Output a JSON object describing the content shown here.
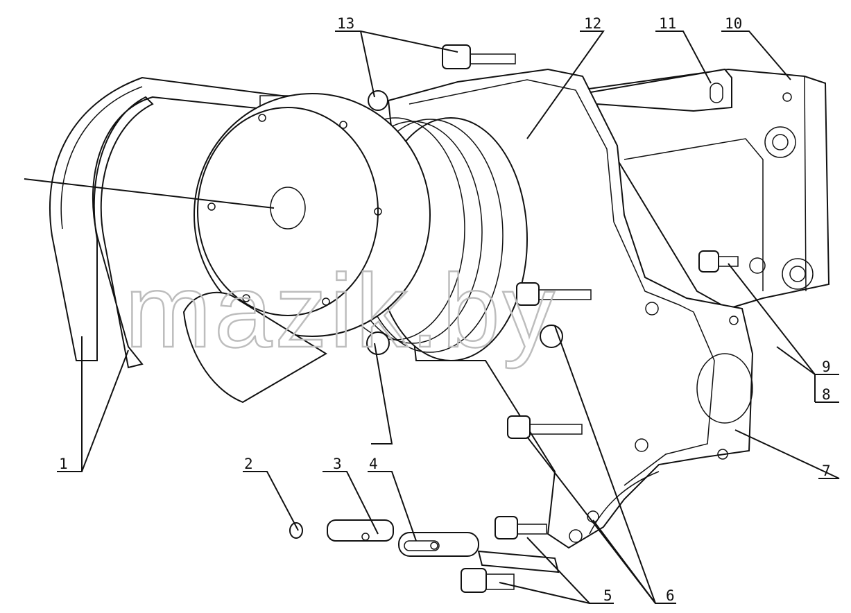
{
  "watermark": "mazik.by",
  "callouts": [
    {
      "id": "1",
      "text": "1"
    },
    {
      "id": "2",
      "text": "2"
    },
    {
      "id": "3",
      "text": "3"
    },
    {
      "id": "4",
      "text": "4"
    },
    {
      "id": "5",
      "text": "5"
    },
    {
      "id": "6",
      "text": "6"
    },
    {
      "id": "7",
      "text": "7"
    },
    {
      "id": "8",
      "text": "8"
    },
    {
      "id": "9",
      "text": "9"
    },
    {
      "id": "10",
      "text": "10"
    },
    {
      "id": "11",
      "text": "11"
    },
    {
      "id": "12",
      "text": "12"
    },
    {
      "id": "13",
      "text": "13"
    }
  ]
}
